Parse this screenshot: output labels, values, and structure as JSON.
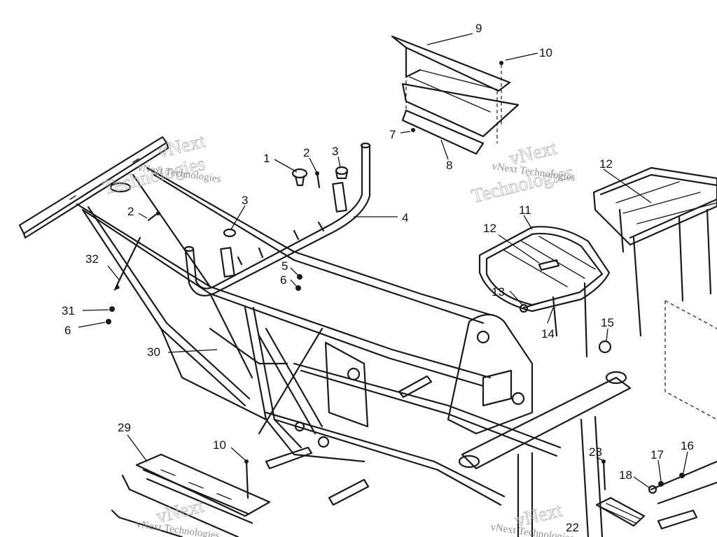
{
  "watermark": {
    "brand": "vNext",
    "word": "Technologies",
    "full": "vNext Technologies"
  },
  "callouts": {
    "c1": "1",
    "c2a": "2",
    "c2b": "2",
    "c3a": "3",
    "c3b": "3",
    "c4": "4",
    "c5": "5",
    "c6a": "6",
    "c6b": "6",
    "c7": "7",
    "c8": "8",
    "c9": "9",
    "c10a": "10",
    "c10b": "10",
    "c11": "11",
    "c12a": "12",
    "c12b": "12",
    "c13": "13",
    "c14": "14",
    "c15": "15",
    "c16": "16",
    "c17": "17",
    "c18": "18",
    "c22": "22",
    "c23": "23",
    "c29": "29",
    "c30": "30",
    "c31": "31",
    "c32": "32"
  }
}
